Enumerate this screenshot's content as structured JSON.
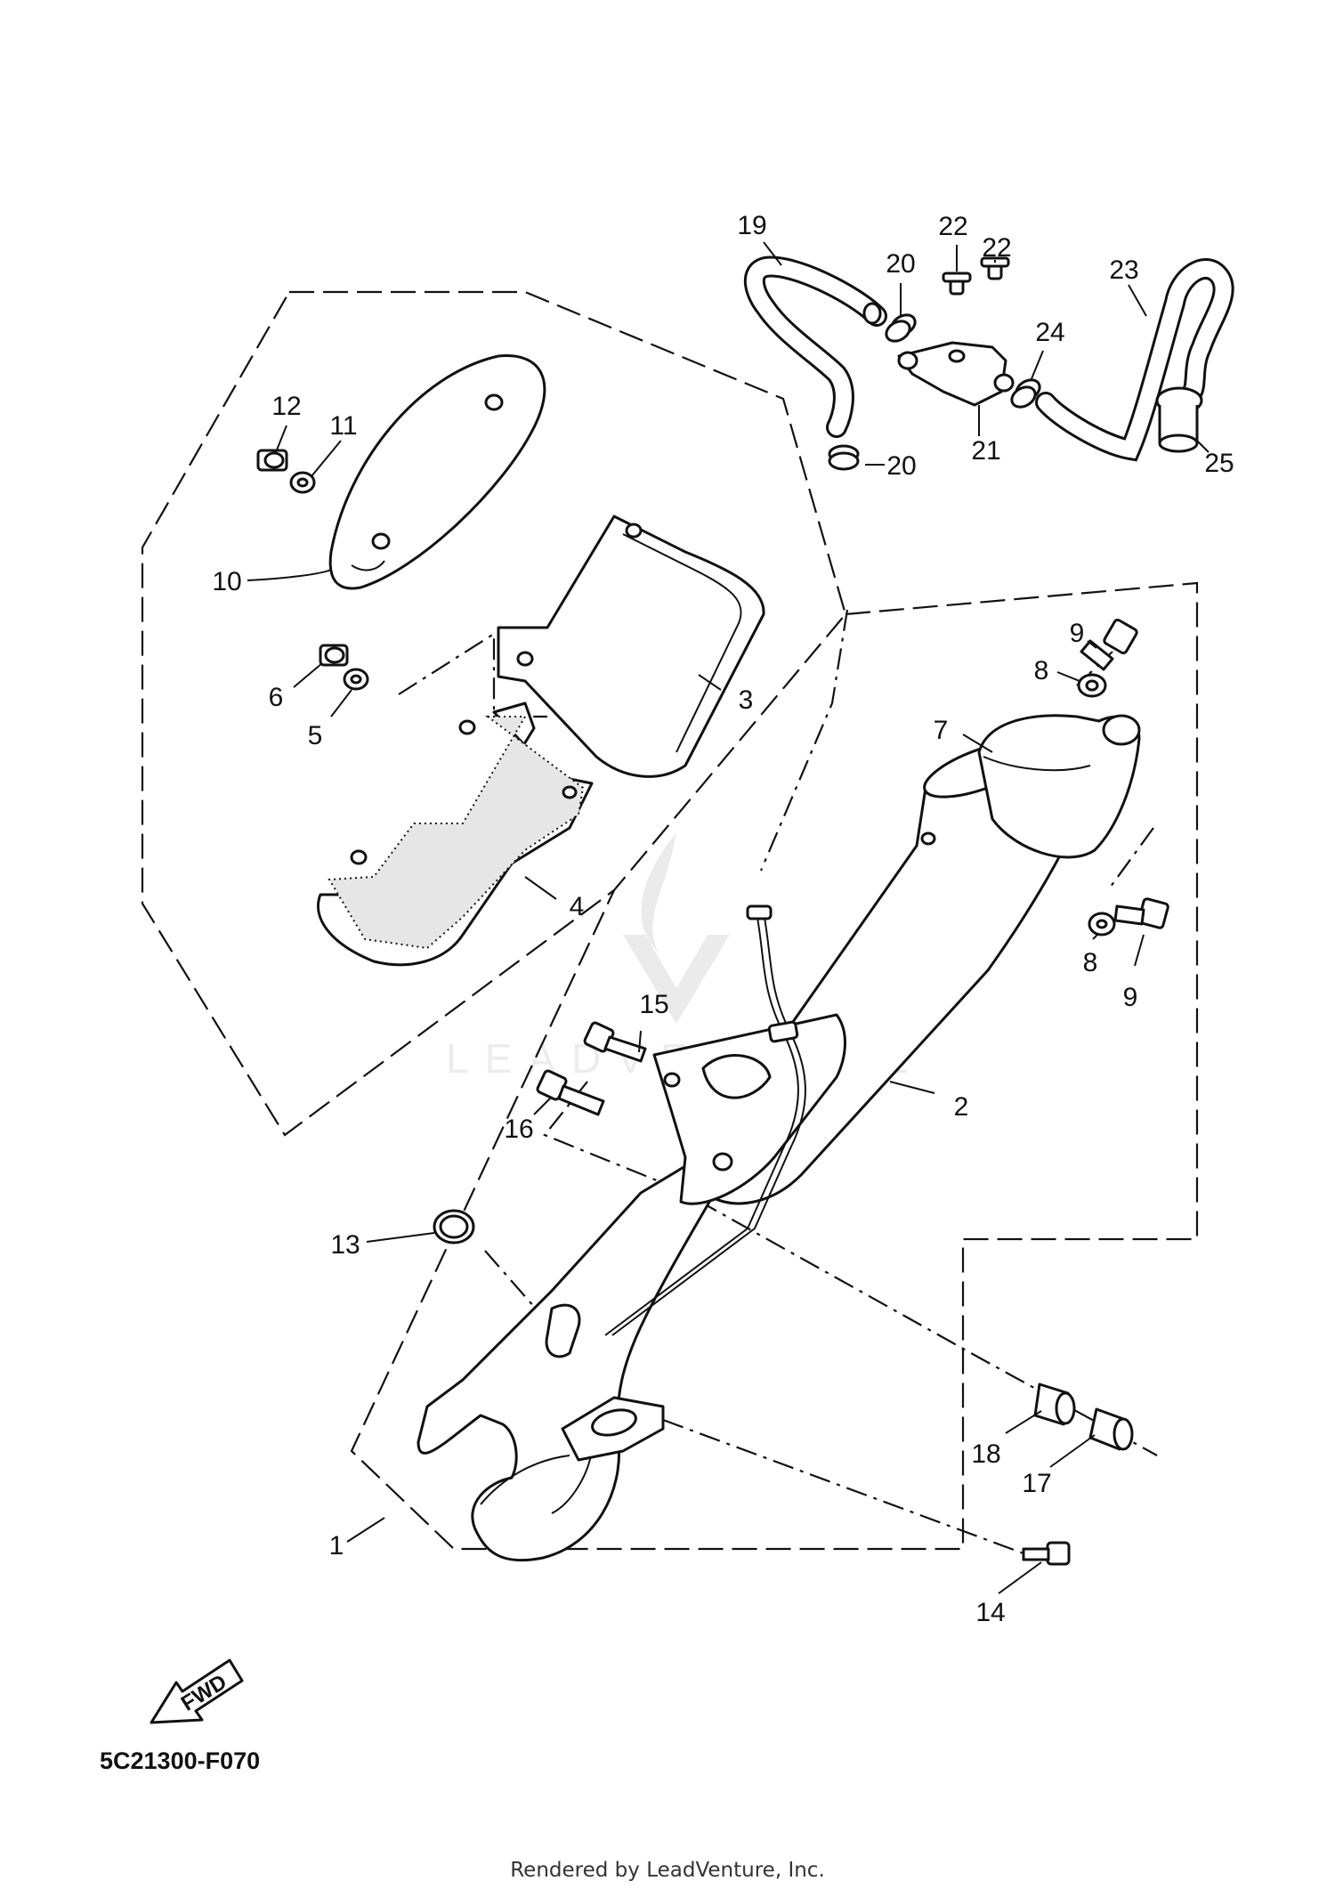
{
  "diagram_code": "5C21300-F070",
  "footer": "Rendered by LeadVenture, Inc.",
  "watermark": "LEADVENTURE",
  "fwd_label": "FWD",
  "callouts": [
    "1",
    "2",
    "3",
    "4",
    "5",
    "6",
    "7",
    "8",
    "8",
    "9",
    "9",
    "10",
    "11",
    "12",
    "13",
    "14",
    "15",
    "16",
    "17",
    "18",
    "19",
    "20",
    "20",
    "21",
    "22",
    "22",
    "23",
    "24",
    "25"
  ]
}
